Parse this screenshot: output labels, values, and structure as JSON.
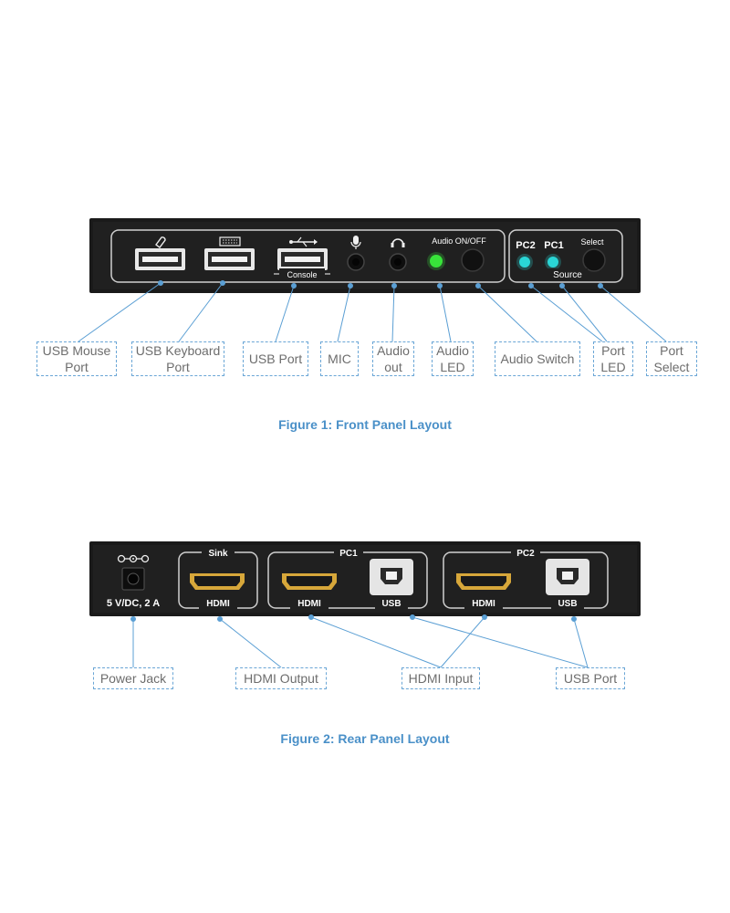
{
  "front": {
    "caption": "Figure 1: Front Panel Layout",
    "panel_text": {
      "console": "Console",
      "audio_onoff": "Audio ON/OFF",
      "pc2": "PC2",
      "pc1": "PC1",
      "select": "Select",
      "source": "Source"
    },
    "labels": [
      {
        "line1": "USB Mouse",
        "line2": "Port"
      },
      {
        "line1": "USB Keyboard",
        "line2": "Port"
      },
      {
        "line1": "USB Port",
        "line2": ""
      },
      {
        "line1": "MIC",
        "line2": ""
      },
      {
        "line1": "Audio",
        "line2": "out"
      },
      {
        "line1": "Audio",
        "line2": "LED"
      },
      {
        "line1": "Audio Switch",
        "line2": ""
      },
      {
        "line1": "Port",
        "line2": "LED"
      },
      {
        "line1": "Port",
        "line2": "Select"
      }
    ]
  },
  "rear": {
    "caption": "Figure 2: Rear Panel Layout",
    "panel_text": {
      "power": "5 V/DC, 2 A",
      "sink": "Sink",
      "pc1": "PC1",
      "pc2": "PC2",
      "hdmi": "HDMI",
      "usb": "USB"
    },
    "labels": [
      {
        "line1": "Power Jack"
      },
      {
        "line1": "HDMI Output"
      },
      {
        "line1": "HDMI Input"
      },
      {
        "line1": "USB Port"
      }
    ]
  },
  "colors": {
    "device": "#1b1b1b",
    "leader": "#5b9fd4",
    "led_green": "#39e43a",
    "led_cyan": "#2ad6d6",
    "hdmi_gold": "#d7a73a",
    "caption": "#4a90c8"
  }
}
